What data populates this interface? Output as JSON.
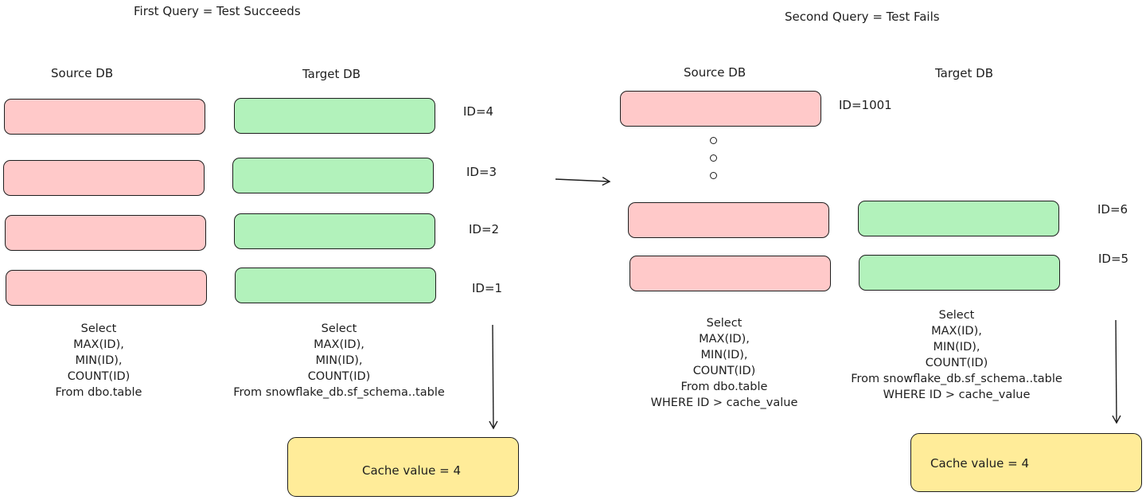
{
  "left": {
    "title": "First Query = Test Succeeds",
    "source_header": "Source DB",
    "target_header": "Target DB",
    "rows": [
      {
        "id_label": "ID=4"
      },
      {
        "id_label": "ID=3"
      },
      {
        "id_label": "ID=2"
      },
      {
        "id_label": "ID=1"
      }
    ],
    "source_query": [
      "Select",
      "MAX(ID),",
      "MIN(ID),",
      "COUNT(ID)",
      "From dbo.table"
    ],
    "target_query": [
      "Select",
      "MAX(ID),",
      "MIN(ID),",
      "COUNT(ID)",
      "From snowflake_db.sf_schema..table"
    ],
    "cache": "Cache value = 4"
  },
  "right": {
    "title": "Second Query = Test Fails",
    "source_header": "Source DB",
    "target_header": "Target DB",
    "top_id_label": "ID=1001",
    "rows": [
      {
        "id_label": "ID=6"
      },
      {
        "id_label": "ID=5"
      }
    ],
    "source_query": [
      "Select",
      "MAX(ID),",
      "MIN(ID),",
      "COUNT(ID)",
      "From dbo.table",
      "WHERE ID > cache_value"
    ],
    "target_query": [
      "Select",
      "MAX(ID),",
      "MIN(ID),",
      "COUNT(ID)",
      "From snowflake_db.sf_schema..table",
      "WHERE ID > cache_value"
    ],
    "cache": "Cache value = 4"
  },
  "colors": {
    "source": "#ffc9c9",
    "target": "#b2f2bb",
    "cache": "#ffec99",
    "stroke": "#1e1e1e"
  }
}
